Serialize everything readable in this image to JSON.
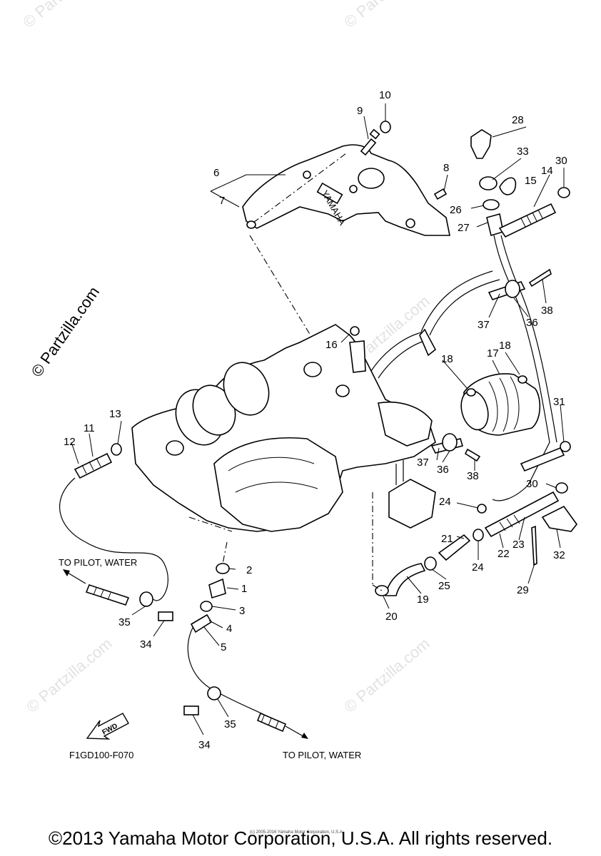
{
  "callouts": {
    "c1": "1",
    "c2": "2",
    "c3": "3",
    "c4": "4",
    "c5": "5",
    "c6": "6",
    "c7": "7",
    "c8": "8",
    "c9": "9",
    "c10": "10",
    "c11": "11",
    "c12": "12",
    "c13": "13",
    "c14": "14",
    "c15": "15",
    "c16": "16",
    "c17": "17",
    "c18a": "18",
    "c18b": "18",
    "c19": "19",
    "c20": "20",
    "c21": "21",
    "c22": "22",
    "c23": "23",
    "c24a": "24",
    "c24b": "24",
    "c25": "25",
    "c26": "26",
    "c27": "27",
    "c28": "28",
    "c29": "29",
    "c30a": "30",
    "c30b": "30",
    "c31": "31",
    "c32": "32",
    "c33": "33",
    "c34a": "34",
    "c34b": "34",
    "c35a": "35",
    "c35b": "35",
    "c36a": "36",
    "c36b": "36",
    "c37a": "37",
    "c37b": "37",
    "c38a": "38",
    "c38b": "38"
  },
  "notes": {
    "to_pilot_upper": "TO PILOT, WATER",
    "to_pilot_lower": "TO PILOT, WATER",
    "figure_code": "F1GD100-F070",
    "fwd_label": "FWD",
    "yamaha_badge": "YAMAHA"
  },
  "watermarks": {
    "side": "© Partzilla.com",
    "faint": "© Partzilla.com",
    "tiny_footer": "(c) 2005-2016 Yamaha Motor Corporation, U.S.A."
  },
  "footer": {
    "copyright": "©2013 Yamaha Motor Corporation, U.S.A. All rights reserved."
  }
}
